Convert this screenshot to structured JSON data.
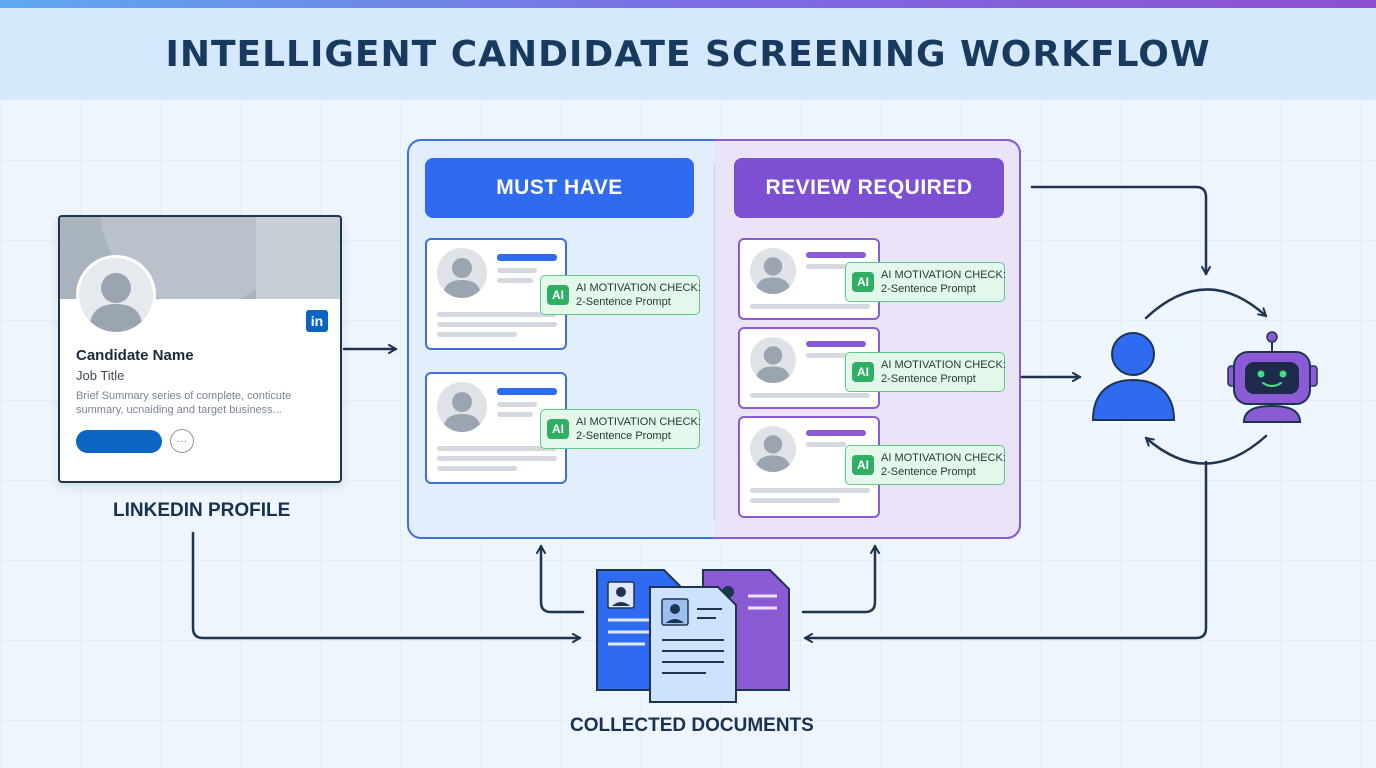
{
  "title": "INTELLIGENT CANDIDATE SCREENING WORKFLOW",
  "linkedin": {
    "name": "Candidate Name",
    "job": "Job Title",
    "summary": "Brief Summary series of complete, conticute summary, ucnaiding and target business...",
    "logo": "in",
    "more_glyph": "···",
    "caption": "LINKEDIN PROFILE"
  },
  "board": {
    "must_have": "MUST HAVE",
    "review_required": "REVIEW REQUIRED"
  },
  "ai_badge": {
    "icon": "AI",
    "line1": "AI MOTIVATION CHECK:",
    "line2": "2-Sentence Prompt"
  },
  "documents_caption": "COLLECTED DOCUMENTS",
  "colors": {
    "blue": "#2f6bf0",
    "purple": "#7d4fd3",
    "green": "#2fae64",
    "navy": "#1e3550",
    "linkedin": "#0a66c2"
  },
  "icons": [
    "linkedin-icon",
    "more-icon",
    "person-icon",
    "robot-icon",
    "document-icon",
    "ai-badge-icon"
  ]
}
